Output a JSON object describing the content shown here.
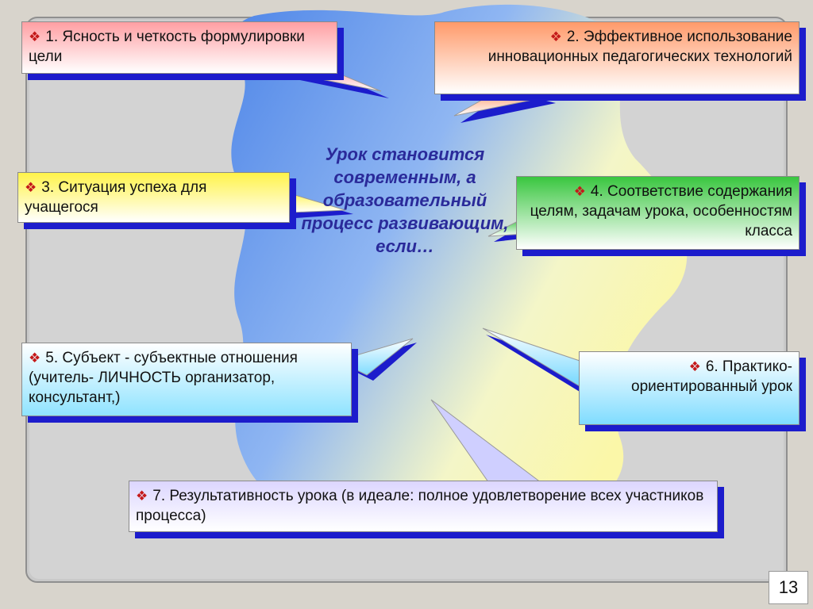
{
  "center_text": "Урок становится современным, а образовательный процесс развивающим, если…",
  "bullet_glyph": "❖",
  "boxes": [
    {
      "id": "1",
      "text": "1.  Ясность и четкость формулировки цели",
      "color": "#ff9fa3"
    },
    {
      "id": "2",
      "text": "2. Эффективное использование инновационных педагогических технологий",
      "color": "#ff9a6a"
    },
    {
      "id": "3",
      "text": "3. Ситуация успеха для учащегося",
      "color": "#fff34a"
    },
    {
      "id": "4",
      "text": "4. Соответствие содержания целям, задачам урока, особенностям класса",
      "color": "#39c63f"
    },
    {
      "id": "5",
      "text": "5. Субъект - субъектные отношения (учитель- ЛИЧНОСТЬ организатор, консультант,)",
      "color": "#8fe3ff"
    },
    {
      "id": "6",
      "text": "6. Практико-ориентированный урок",
      "color": "#7fdcff"
    },
    {
      "id": "7",
      "text": "7. Результативность урока (в идеале: полное удовлетворение всех участников процесса)",
      "color": "#dcd6ff"
    }
  ],
  "page_number": "13"
}
